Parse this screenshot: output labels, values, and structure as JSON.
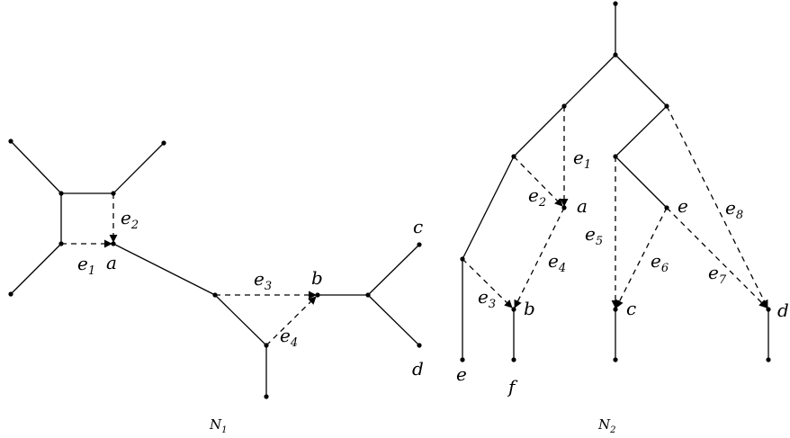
{
  "networks": [
    {
      "name": "N",
      "index": "1",
      "vertex_labels": [
        "a",
        "b",
        "c",
        "d"
      ],
      "reticulation_edges": [
        {
          "name": "e",
          "index": "1"
        },
        {
          "name": "e",
          "index": "2"
        },
        {
          "name": "e",
          "index": "3"
        },
        {
          "name": "e",
          "index": "4"
        }
      ]
    },
    {
      "name": "N",
      "index": "2",
      "vertex_labels": [
        "a",
        "e",
        "b",
        "c",
        "d",
        "e",
        "f"
      ],
      "reticulation_edges": [
        {
          "name": "e",
          "index": "1"
        },
        {
          "name": "e",
          "index": "2"
        },
        {
          "name": "e",
          "index": "3"
        },
        {
          "name": "e",
          "index": "4"
        },
        {
          "name": "e",
          "index": "5"
        },
        {
          "name": "e",
          "index": "6"
        },
        {
          "name": "e",
          "index": "7"
        },
        {
          "name": "e",
          "index": "8"
        }
      ]
    }
  ]
}
